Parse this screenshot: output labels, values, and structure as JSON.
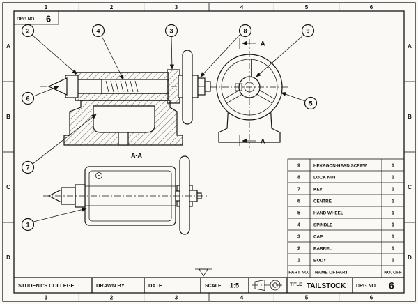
{
  "sheet": {
    "corner_drg_label": "DRG NO.",
    "corner_drg_value": "6"
  },
  "grid": {
    "cols": [
      "1",
      "2",
      "3",
      "4",
      "5",
      "6"
    ],
    "rows": [
      "A",
      "B",
      "C",
      "D"
    ]
  },
  "balloons": [
    "1",
    "2",
    "3",
    "4",
    "5",
    "6",
    "7",
    "8",
    "9"
  ],
  "views": {
    "section_label": "A-A",
    "section_arrow": "A"
  },
  "parts_table": {
    "header": {
      "part_no": "PART NO.",
      "name": "NAME OF PART",
      "no_off": "NO. OFF"
    },
    "rows": [
      {
        "no": "9",
        "name": "HEXAGON-HEAD SCREW",
        "off": "1"
      },
      {
        "no": "8",
        "name": "LOCK NUT",
        "off": "1"
      },
      {
        "no": "7",
        "name": "KEY",
        "off": "1"
      },
      {
        "no": "6",
        "name": "CENTRE",
        "off": "1"
      },
      {
        "no": "5",
        "name": "HAND WHEEL",
        "off": "1"
      },
      {
        "no": "4",
        "name": "SPINDLE",
        "off": "1"
      },
      {
        "no": "3",
        "name": "CAP",
        "off": "1"
      },
      {
        "no": "2",
        "name": "BARREL",
        "off": "1"
      },
      {
        "no": "1",
        "name": "BODY",
        "off": "1"
      }
    ]
  },
  "title_block": {
    "college": "STUDENT'S COLLEGE",
    "drawn_by": "DRAWN BY",
    "date": "DATE",
    "scale_label": "SCALE",
    "scale_value": "1:5",
    "title_label": "TITLE",
    "title_value": "TAILSTOCK",
    "drg_label": "DRG NO.",
    "drg_value": "6"
  }
}
